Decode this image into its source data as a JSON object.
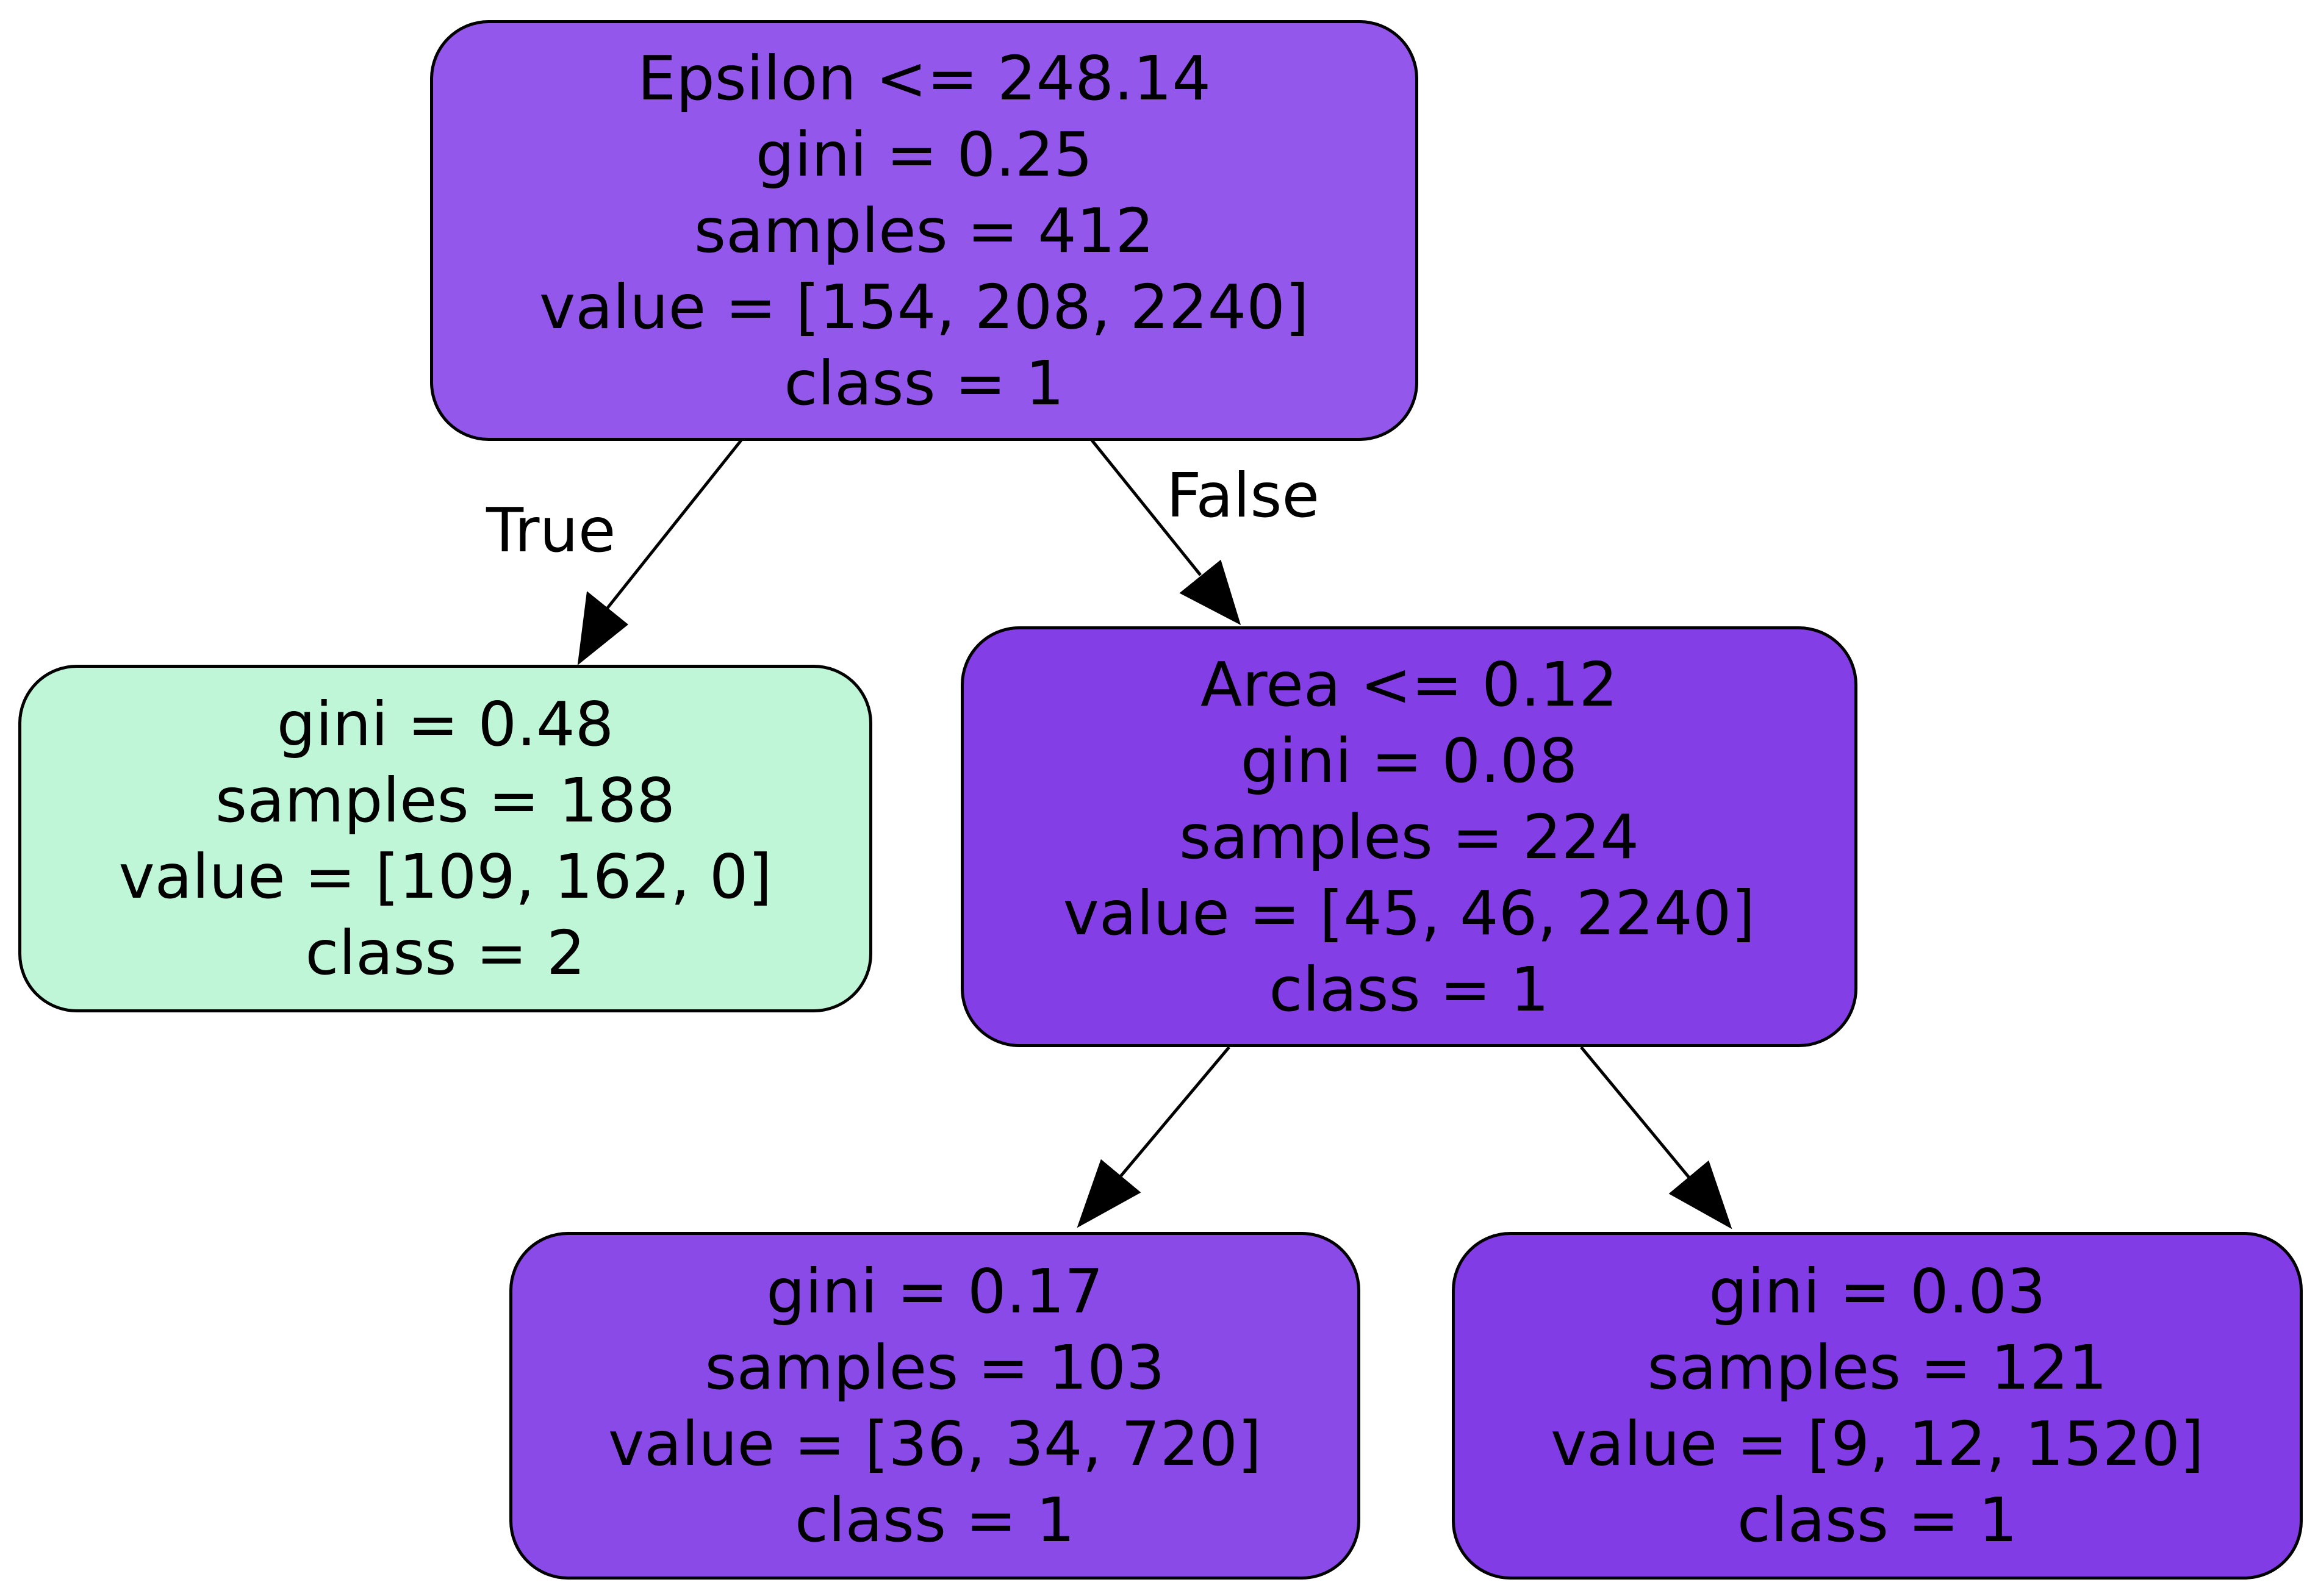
{
  "nodes": {
    "root": {
      "condition": "Epsilon <= 248.14",
      "gini": "gini = 0.25",
      "samples": "samples = 412",
      "value": "value = [154, 208, 2240]",
      "class": "class = 1",
      "fill": "#9457eb"
    },
    "left_leaf": {
      "gini": "gini = 0.48",
      "samples": "samples = 188",
      "value": "value = [109, 162, 0]",
      "class": "class = 2",
      "fill": "#bff6d7"
    },
    "right_split": {
      "condition": "Area <= 0.12",
      "gini": "gini = 0.08",
      "samples": "samples = 224",
      "value": "value = [45, 46, 2240]",
      "class": "class = 1",
      "fill": "#843ee6"
    },
    "right_left_leaf": {
      "gini": "gini = 0.17",
      "samples": "samples = 103",
      "value": "value = [36, 34, 720]",
      "class": "class = 1",
      "fill": "#8a4ae8"
    },
    "right_right_leaf": {
      "gini": "gini = 0.03",
      "samples": "samples = 121",
      "value": "value = [9, 12, 1520]",
      "class": "class = 1",
      "fill": "#823ce5"
    }
  },
  "edges": {
    "true_label": "True",
    "false_label": "False"
  }
}
